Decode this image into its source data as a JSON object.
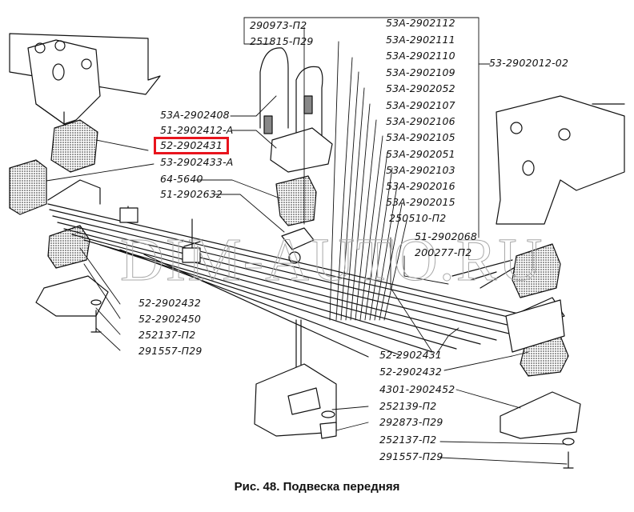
{
  "figure": {
    "caption": "Рис. 48. Подвеска передняя",
    "watermark": "DIM-AUTO.RU",
    "highlight_color": "#e8141d",
    "highlighted_part": "52-2902431"
  },
  "labels": {
    "top_box": [
      "290973-П2",
      "251815-П29"
    ],
    "center_column": [
      "53А-2902112",
      "53А-2902111",
      "53А-2902110",
      "53А-2902109",
      "53А-2902052",
      "53А-2902107",
      "53А-2902106",
      "53А-2902105",
      "53А-2902051",
      "53А-2902103",
      "53А-2902016",
      "53А-2902015",
      "250510-П2",
      "51-2902068",
      "200277-П2"
    ],
    "top_right": "53-2902012-02",
    "left_upper": [
      "53А-2902408",
      "51-2902412-А",
      "52-2902431",
      "53-2902433-А",
      "64-5640",
      "51-2902632"
    ],
    "left_lower": [
      "52-2902432",
      "52-2902450",
      "252137-П2",
      "291557-П29"
    ],
    "right_lower": [
      "52-2902431",
      "52-2902432",
      "4301-2902452",
      "252139-П2",
      "292873-П29",
      "252137-П2",
      "291557-П29"
    ]
  }
}
